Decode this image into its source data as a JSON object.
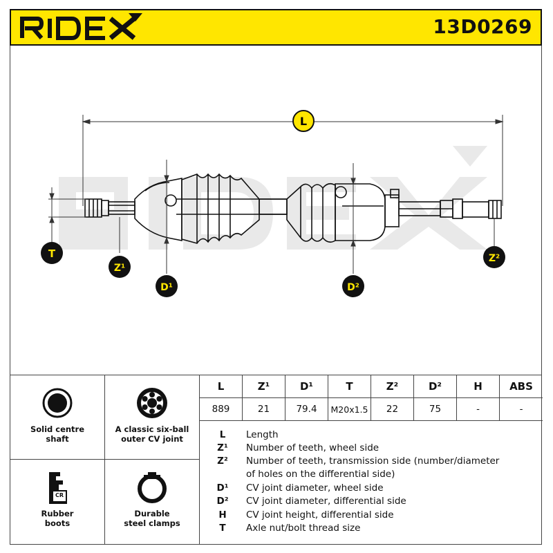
{
  "header": {
    "brand": "RIDEX",
    "part_number": "13D0269",
    "accent_color": "#FFE600"
  },
  "drawing": {
    "watermark": "RIDEX",
    "labels": {
      "L": "L",
      "T": "T",
      "Z1": "Z¹",
      "D1": "D¹",
      "D2": "D²",
      "Z2": "Z²"
    }
  },
  "features": [
    {
      "icon": "solid-shaft-icon",
      "label_line1": "Solid centre",
      "label_line2": "shaft"
    },
    {
      "icon": "six-ball-joint-icon",
      "label_line1": "A classic six-ball",
      "label_line2": "outer CV joint"
    },
    {
      "icon": "rubber-boot-icon",
      "label_line1": "Rubber",
      "label_line2": "boots",
      "badge": "CR"
    },
    {
      "icon": "steel-clamp-icon",
      "label_line1": "Durable",
      "label_line2": "steel clamps"
    }
  ],
  "spec_table": {
    "headers": [
      "L",
      "Z¹",
      "D¹",
      "T",
      "Z²",
      "D²",
      "H",
      "ABS"
    ],
    "values": [
      "889",
      "21",
      "79.4",
      "M20x1.5",
      "22",
      "75",
      "-",
      "-"
    ]
  },
  "legend": [
    {
      "code": "L",
      "text": "Length"
    },
    {
      "code": "Z¹",
      "text": "Number of teeth, wheel side"
    },
    {
      "code": "Z²",
      "text": "Number of teeth, transmission side (number/diameter"
    },
    {
      "code": "",
      "text": "of holes on the differential side)"
    },
    {
      "code": "D¹",
      "text": "CV joint diameter, wheel side"
    },
    {
      "code": "D²",
      "text": "CV joint diameter, differential side"
    },
    {
      "code": "H",
      "text": "CV joint height, differential side"
    },
    {
      "code": "T",
      "text": "Axle nut/bolt thread size"
    }
  ]
}
